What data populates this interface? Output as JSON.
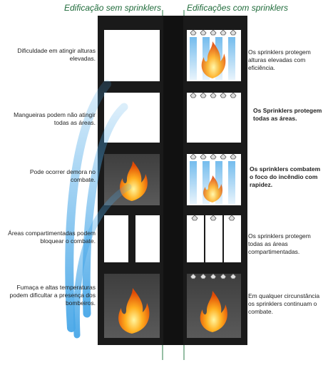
{
  "headings": {
    "left": "Edificação sem sprinklers",
    "right": "Edificações com sprinklers"
  },
  "left_labels": [
    "Dificuldade em atingir alturas elevadas.",
    "Mangueiras podem não atingir todas as áreas.",
    "Pode ocorrer demora no combate.",
    "Áreas compartimentadas podem bloquear o combate.",
    "Fumaça e altas temperaturas podem dificultar a presença dos bombeiros."
  ],
  "right_labels": [
    "Os sprinklers protegem alturas elevadas com eficiência.",
    "Os Sprinklers protegem todas as áreas.",
    "Os sprinklers combatem o foco do incêndio com rapidez.",
    "Os sprinklers protegem todas as áreas compartimentadas.",
    "Em qualquer circunstância os sprinklers continuam o combate."
  ],
  "colors": {
    "heading": "#1f6b3a",
    "building": "#1a1a1a",
    "water": "#4aa8e8",
    "room_smoke": "#4a4a4a",
    "flame": "#ff8a10"
  }
}
